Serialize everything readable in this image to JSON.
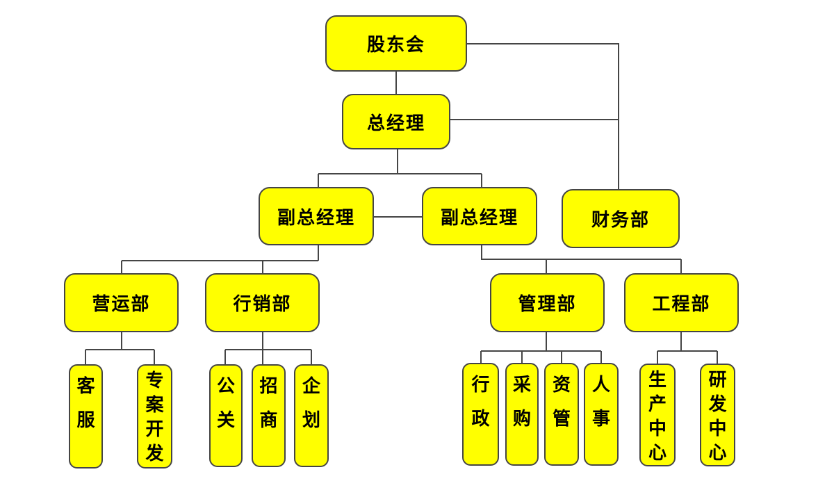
{
  "diagram": {
    "type": "org-chart",
    "colors": {
      "background": "#ffffff",
      "node_fill": "#ffff00",
      "node_border": "#454545",
      "connector": "#454545",
      "text": "#000000"
    },
    "nodes": {
      "shareholders": {
        "label": "股东会",
        "level": 1
      },
      "general_manager": {
        "label": "总经理",
        "level": 2
      },
      "deputy_gm_left": {
        "label": "副总经理",
        "level": 3
      },
      "deputy_gm_right": {
        "label": "副总经理",
        "level": 3
      },
      "finance_dept": {
        "label": "财务部",
        "level": 3
      },
      "operations_dept": {
        "label": "营运部",
        "level": 4
      },
      "marketing_dept": {
        "label": "行销部",
        "level": 4
      },
      "management_dept": {
        "label": "管理部",
        "level": 4
      },
      "engineering_dept": {
        "label": "工程部",
        "level": 4
      },
      "customer_service": {
        "label": "客服",
        "level": 5
      },
      "project_development": {
        "label": "专案开发",
        "level": 5
      },
      "public_relations": {
        "label": "公关",
        "level": 5
      },
      "merchant_recruitment": {
        "label": "招商",
        "level": 5
      },
      "corporate_planning": {
        "label": "企划",
        "level": 5
      },
      "administration": {
        "label": "行政",
        "level": 5
      },
      "procurement": {
        "label": "采购",
        "level": 5
      },
      "info_management": {
        "label": "资管",
        "level": 5
      },
      "human_resources": {
        "label": "人事",
        "level": 5
      },
      "production_center": {
        "label": "生产中心",
        "level": 5
      },
      "rd_center": {
        "label": "研发中心",
        "level": 5
      }
    },
    "hierarchy": {
      "shareholders": [
        "general_manager",
        "finance_dept"
      ],
      "general_manager": [
        "deputy_gm_left",
        "deputy_gm_right",
        "finance_dept"
      ],
      "deputy_gm_left": [
        "operations_dept",
        "marketing_dept"
      ],
      "deputy_gm_right": [
        "management_dept",
        "engineering_dept"
      ],
      "operations_dept": [
        "customer_service",
        "project_development"
      ],
      "marketing_dept": [
        "public_relations",
        "merchant_recruitment",
        "corporate_planning"
      ],
      "management_dept": [
        "administration",
        "procurement",
        "info_management",
        "human_resources"
      ],
      "engineering_dept": [
        "production_center",
        "rd_center"
      ]
    },
    "peer_links": [
      [
        "deputy_gm_left",
        "deputy_gm_right"
      ]
    ]
  }
}
